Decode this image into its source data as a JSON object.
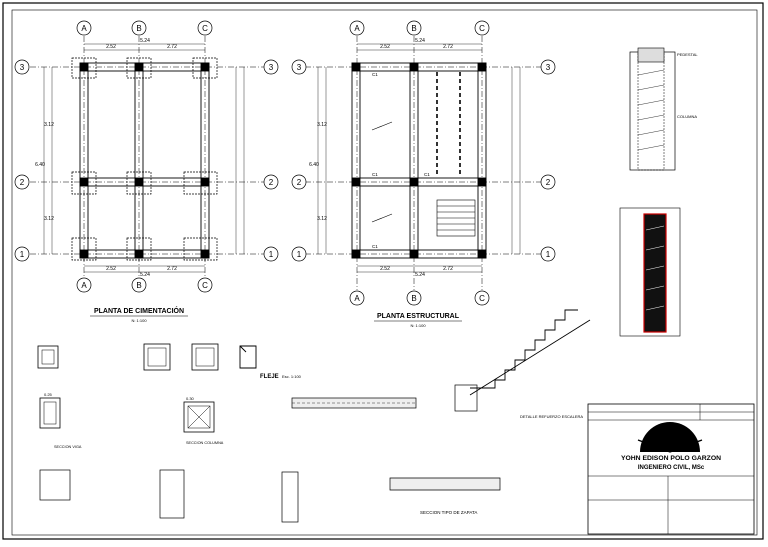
{
  "plan_cimentacion": {
    "title": "PLANTA DE CIMENTACIÓN",
    "scale": "N: 1:100",
    "axes_letters": [
      "A",
      "B",
      "C"
    ],
    "axes_numbers": [
      "1",
      "2",
      "3"
    ],
    "dims_top": [
      "2.52",
      "2.72",
      "5.24"
    ],
    "dims_bottom": [
      "2.52",
      "2.72",
      "5.24"
    ],
    "dims_side": [
      "3.12",
      "3.12",
      "6.40"
    ]
  },
  "plan_estructural": {
    "title": "PLANTA ESTRUCTURAL",
    "scale": "N: 1:100",
    "axes_letters": [
      "A",
      "B",
      "C"
    ],
    "axes_numbers": [
      "1",
      "2",
      "3"
    ],
    "dims_top": [
      "2.52",
      "2.72",
      "5.24"
    ],
    "dims_bottom": [
      "2.52",
      "2.72",
      "5.24"
    ],
    "dims_side": [
      "3.12",
      "3.12",
      "6.40"
    ],
    "column_label": "C1"
  },
  "details": {
    "fleje_title": "FLEJE",
    "fleje_scale": "Esc. 1:100",
    "seccion_viga": "SECCION VIGA",
    "seccion_columna": "SECCION COLUMNA",
    "seccion_zapata": "SECCION TIPO DE ZAPATA",
    "detalle_escalera": "DETALLE REFUERZO ESCALERA",
    "pedestal": "PEDESTAL",
    "columna": "COLUMNA",
    "dim_a": "0.25",
    "dim_b": "0.30"
  },
  "title_block": {
    "name": "YOHN EDISON POLO GARZON",
    "profession": "INGENIERO CIVIL, MSc"
  }
}
